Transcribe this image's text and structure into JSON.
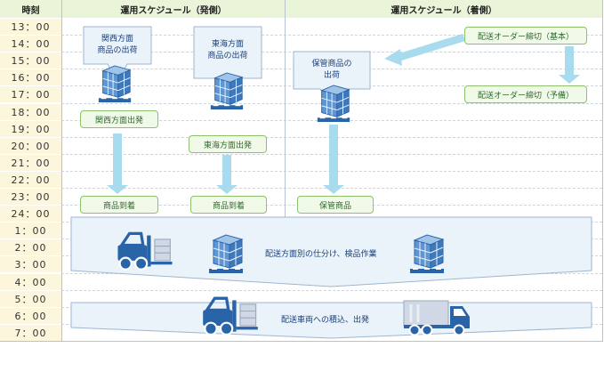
{
  "header": {
    "time_label": "時刻",
    "departure_title": "運用スケジュール（発側）",
    "arrival_title": "運用スケジュール（着側）"
  },
  "times": [
    "13：00",
    "14：00",
    "15：00",
    "16：00",
    "17：00",
    "18：00",
    "19：00",
    "20：00",
    "21：00",
    "22：00",
    "23：00",
    "24：00",
    "1：00",
    "2：00",
    "3：00",
    "4：00",
    "5：00",
    "6：00",
    "7：00"
  ],
  "departure": {
    "kansai": {
      "line1": "関西方面",
      "line2": "商品の出荷",
      "depart": "関西方面出発",
      "arrive": "商品到着"
    },
    "tokai": {
      "line1": "東海方面",
      "line2": "商品の出荷",
      "depart": "東海方面出発",
      "arrive": "商品到着"
    }
  },
  "arrival": {
    "storage": {
      "line1": "保管商品の",
      "line2": "出荷",
      "result": "保管商品"
    },
    "cutoff_basic": "配送オーダー締切（基本）",
    "cutoff_reserve": "配送オーダー締切（予備）"
  },
  "process": {
    "sorting": "配送方面別の仕分け、検品作業",
    "loading": "配送車両への積込、出発"
  },
  "colors": {
    "header_bg": "#eaf4d8",
    "time_bg": "#fbf6dc",
    "green_border": "#8cc26b",
    "green_text": "#2d6a2d",
    "blue_text": "#1a3f78",
    "arrow": "#a9dbee",
    "callout_bg": "#eaf2fa",
    "icon_blue": "#2a64a8"
  },
  "icons": [
    "pallet-boxes-icon",
    "forklift-icon",
    "truck-icon"
  ]
}
